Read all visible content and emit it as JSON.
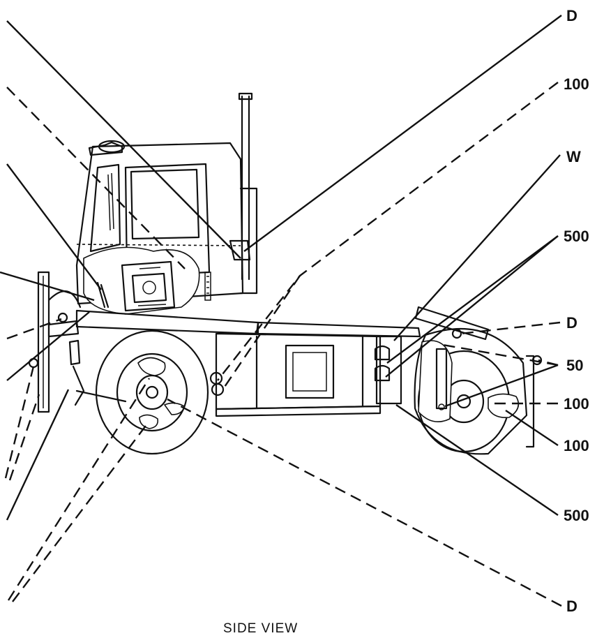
{
  "caption": "SIDE VIEW",
  "callouts": {
    "right_1": "D",
    "right_2": "100",
    "right_3": "W",
    "right_4": "500",
    "right_5": "D",
    "right_6": "50",
    "right_7": "100",
    "right_8": "100",
    "right_9": "500",
    "right_10": "D"
  },
  "line_styles": [
    "solid",
    "dashed"
  ]
}
